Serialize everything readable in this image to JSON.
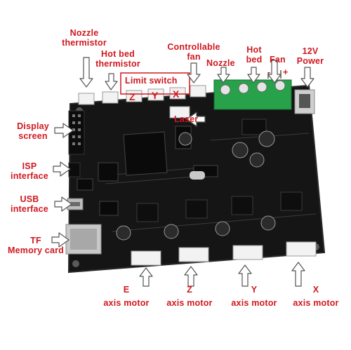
{
  "labels": {
    "nozzle_thermistor": [
      "Nozzle",
      "thermistor"
    ],
    "hot_bed_thermistor": [
      "Hot bed",
      "thermistor"
    ],
    "controllable_fan": [
      "Controllable",
      "fan"
    ],
    "limit_switch": "Limit switch",
    "limit_axes": [
      "Z",
      "Y",
      "X"
    ],
    "nozzle": "Nozzle",
    "hot_bed": [
      "Hot",
      "bed"
    ],
    "fan": "Fan",
    "fan_minus": "-",
    "fan_plus": "+",
    "power": [
      "12V",
      "Power"
    ],
    "display_screen": [
      "Display",
      "screen"
    ],
    "laser": "Laser",
    "isp_interface": [
      "ISP",
      "interface"
    ],
    "usb_interface": [
      "USB",
      "interface"
    ],
    "tf_card": [
      "TF",
      "Memory card"
    ],
    "e_motor": [
      "E",
      "axis motor"
    ],
    "z_motor": [
      "Z",
      "axis motor"
    ],
    "y_motor": [
      "Y",
      "axis motor"
    ],
    "x_motor": [
      "X",
      "axis motor"
    ]
  },
  "colors": {
    "label": "#d0181f",
    "board": "#141414",
    "terminal": "#27a24a",
    "connector": "#f2f2f2",
    "arrow_fill": "#ffffff",
    "arrow_stroke": "#555555"
  }
}
